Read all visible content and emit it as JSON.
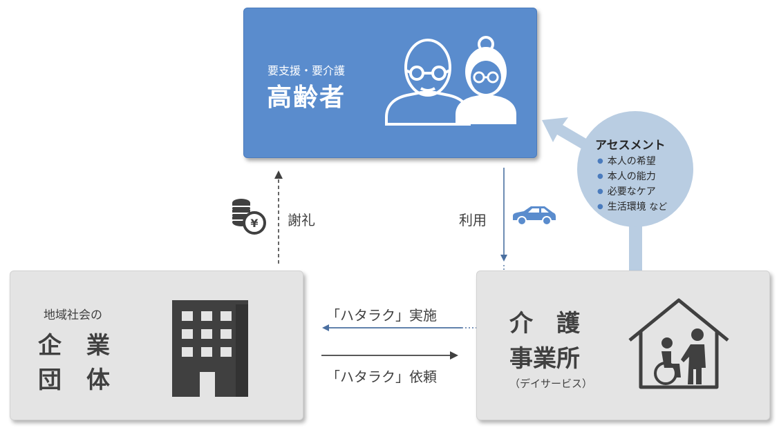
{
  "senior": {
    "subtitle": "要支援・要介護",
    "title": "高齢者"
  },
  "company": {
    "subtitle": "地域社会の",
    "title_line1": "企業",
    "title_line2": "団体"
  },
  "care_office": {
    "title_line1": "介　護",
    "title_line2": "事業所",
    "subtitle": "（デイサービス）"
  },
  "flows": {
    "thanks": "謝礼",
    "use": "利用",
    "implement": "「ハタラク」実施",
    "request": "「ハタラク」依頼"
  },
  "assessment": {
    "title": "アセスメント",
    "items": [
      "本人の希望",
      "本人の能力",
      "必要なケア",
      "生活環境"
    ],
    "suffix": "など"
  },
  "icons": [
    "elderly-couple-icon",
    "office-building-icon",
    "caregiver-wheelchair-house-icon",
    "yen-coins-icon",
    "car-icon"
  ],
  "colors": {
    "senior_box": "#5a8ccd",
    "gray_box": "#e4e4e4",
    "assessment_bubble": "#b9cde2",
    "arrow": "#4a6fa0",
    "text_dark": "#404040"
  }
}
